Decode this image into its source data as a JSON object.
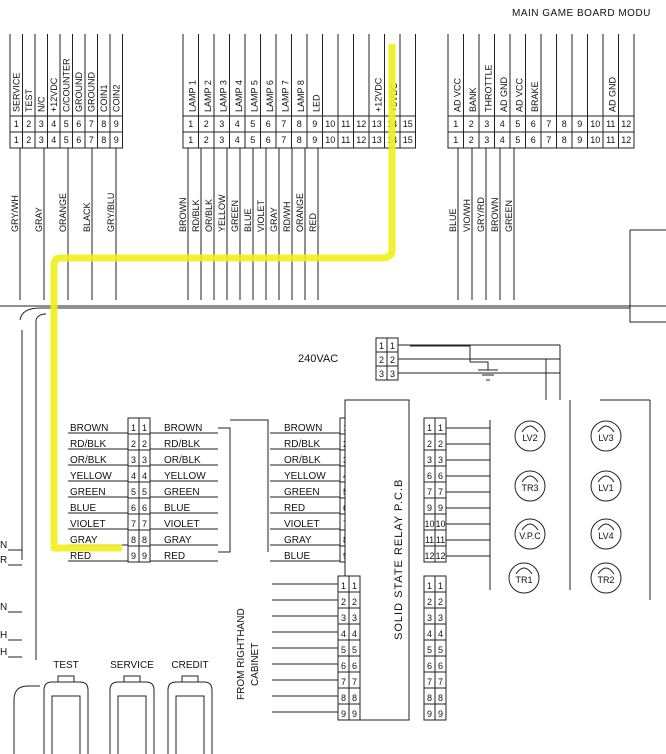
{
  "title": "MAIN GAME BOARD MODU",
  "top_headers": {
    "left": [
      "SERVICE",
      "TEST",
      "N/C",
      "+12VDC",
      "C/COUNTER",
      "GROUND",
      "GROUND",
      "COIN1",
      "COIN2"
    ],
    "mid": [
      "LAMP 1",
      "LAMP 2",
      "LAMP 3",
      "LAMP 4",
      "LAMP 5",
      "LAMP 6",
      "LAMP 7",
      "LAMP 8",
      "LED",
      "",
      "",
      "",
      "+12VDC",
      "+5VDC",
      ""
    ],
    "right": [
      "AD VCC",
      "BANK",
      "THROTTLE",
      "AD GND",
      "AD VCC",
      "BRAKE",
      "",
      "",
      "",
      "",
      "AD GND",
      ""
    ]
  },
  "top_pins": {
    "left": [
      "1",
      "2",
      "3",
      "4",
      "5",
      "6",
      "7",
      "8",
      "9"
    ],
    "mid": [
      "1",
      "2",
      "3",
      "4",
      "5",
      "6",
      "7",
      "8",
      "9",
      "10",
      "11",
      "12",
      "13",
      "14",
      "15"
    ],
    "right": [
      "1",
      "2",
      "3",
      "4",
      "5",
      "6",
      "7",
      "8",
      "9",
      "10",
      "11",
      "12"
    ]
  },
  "wire_colors_top": {
    "left": [
      "GRY/WH",
      "GRAY",
      "ORANGE",
      "BLACK",
      "GRY/BLU"
    ],
    "mid": [
      "BROWN",
      "RD/BLK",
      "OR/BLK",
      "YELLOW",
      "GREEN",
      "BLUE",
      "VIOLET",
      "GRAY",
      "RD/WH",
      "ORANGE",
      "RED"
    ],
    "right": [
      "BLUE",
      "VIO/WH",
      "GRY/RD",
      "BROWN",
      "GREEN"
    ]
  },
  "voltage_label": "240VAC",
  "ac_pins": [
    "1",
    "2",
    "3"
  ],
  "connector_a": {
    "left_labels": [
      "BROWN",
      "RD/BLK",
      "OR/BLK",
      "YELLOW",
      "GREEN",
      "BLUE",
      "VIOLET",
      "GRAY",
      "RED"
    ],
    "pins": [
      "1",
      "2",
      "3",
      "4",
      "5",
      "6",
      "7",
      "8",
      "9"
    ],
    "right_labels": [
      "BROWN",
      "RD/BLK",
      "OR/BLK",
      "YELLOW",
      "GREEN",
      "BLUE",
      "VIOLET",
      "GRAY",
      "RED"
    ]
  },
  "connector_b": {
    "left_labels": [
      "BROWN",
      "RD/BLK",
      "OR/BLK",
      "YELLOW",
      "GREEN",
      "RED",
      "VIOLET",
      "GRAY",
      "BLUE"
    ],
    "pins": [
      "1",
      "2",
      "3",
      "4",
      "5",
      "6",
      "7",
      "8",
      "9"
    ]
  },
  "relay_label": "SOLID STATE RELAY P.C.B",
  "relay_out_pins": [
    "1",
    "2",
    "3",
    "6",
    "7",
    "9",
    "10",
    "11",
    "12"
  ],
  "relay_in_pins_lower": [
    "1",
    "2",
    "3",
    "4",
    "5",
    "6",
    "7",
    "8",
    "9"
  ],
  "relay_out_pins_lower": [
    "1",
    "2",
    "3",
    "4",
    "5",
    "6",
    "7",
    "8",
    "9"
  ],
  "lamps": [
    "LV2",
    "LV3",
    "TR3",
    "LV1",
    "V.P.C",
    "LV4",
    "TR1",
    "TR2"
  ],
  "from_cabinet_label": [
    "FROM RIGHTHAND",
    "CABINET"
  ],
  "buttons": [
    "TEST",
    "SERVICE",
    "CREDIT"
  ],
  "left_edge_marks": [
    "N",
    "R",
    "N",
    "H",
    "H"
  ]
}
